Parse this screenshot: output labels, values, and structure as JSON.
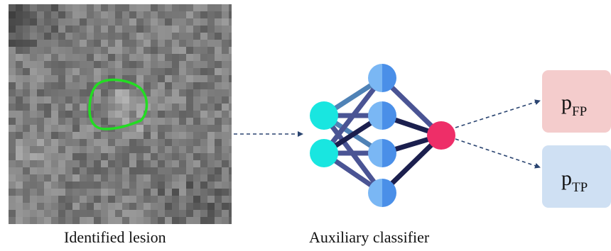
{
  "captions": {
    "lesion": "Identified lesion",
    "classifier": "Auxiliary classifier"
  },
  "outputs": [
    {
      "base": "p",
      "sub": "FP",
      "color": "#f4cccc"
    },
    {
      "base": "p",
      "sub": "TP",
      "color": "#cfe0f3"
    }
  ],
  "colors": {
    "lesion_outline": "#22dd22",
    "input_node": "#19e6e0",
    "hidden_node_light": "#7ab7f4",
    "hidden_node_dark": "#4a8fe8",
    "output_node": "#ee2e68",
    "edge_dark": "#1b1f4e",
    "edge_mid": "#4a5494",
    "edge_light": "#4f82b6",
    "arrow": "#2a4470"
  }
}
